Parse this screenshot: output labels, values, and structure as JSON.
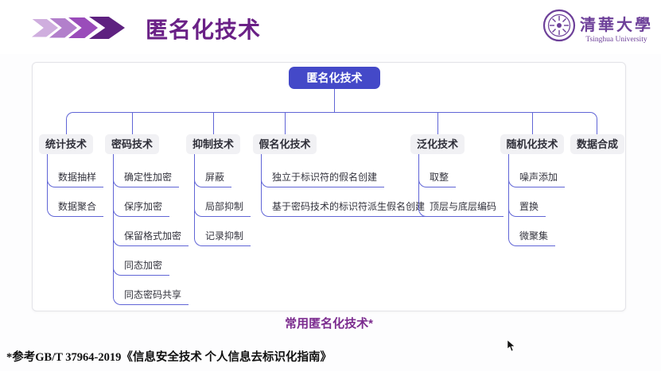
{
  "header": {
    "title": "匿名化技术",
    "logo": {
      "cn": "清華大學",
      "en": "Tsinghua University"
    }
  },
  "tree": {
    "root": "匿名化技术",
    "branches": [
      {
        "label": "统计技术",
        "children": [
          "数据抽样",
          "数据聚合"
        ]
      },
      {
        "label": "密码技术",
        "children": [
          "确定性加密",
          "保序加密",
          "保留格式加密",
          "同态加密",
          "同态密码共享"
        ]
      },
      {
        "label": "抑制技术",
        "children": [
          "屏蔽",
          "局部抑制",
          "记录抑制"
        ]
      },
      {
        "label": "假名化技术",
        "children": [
          "独立于标识符的假名创建",
          "基于密码技术的标识符派生假名创建"
        ]
      },
      {
        "label": "泛化技术",
        "children": [
          "取整",
          "顶层与底层编码"
        ]
      },
      {
        "label": "随机化技术",
        "children": [
          "噪声添加",
          "置换",
          "微聚集"
        ]
      },
      {
        "label": "数据合成",
        "children": []
      }
    ]
  },
  "caption": "常用匿名化技术*",
  "footnote": "*参考GB/T 37964-2019《信息安全技术 个人信息去标识化指南》",
  "icons": {
    "header_chevrons": "chevron-right-arrows",
    "logo_seal": "tsinghua-university-seal",
    "cursor": "mouse-pointer"
  },
  "colors": {
    "title_purple": "#6a2086",
    "root_node_blue": "#4449c8",
    "connector_violet": "#6065d6",
    "branch_box_gray": "#f1f1f4",
    "caption_purple": "#7b2b8e",
    "chevron_shades": [
      "#cfaede",
      "#b27fcb",
      "#9a4cba",
      "#5e2180"
    ]
  }
}
